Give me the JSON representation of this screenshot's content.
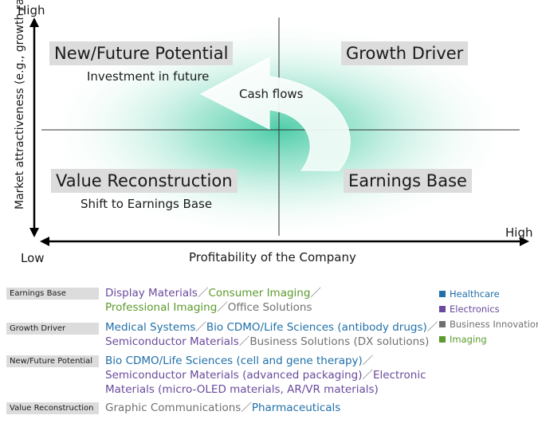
{
  "axis": {
    "y_high": "High",
    "y_label": "Market attractiveness (e.g., growth rate)",
    "x_high": "High",
    "x_low": "Low",
    "x_label": "Profitability of the Company"
  },
  "quadrants": {
    "top_left": {
      "title": "New/Future Potential",
      "subtitle": "Investment in future"
    },
    "top_right": {
      "title": "Growth Driver"
    },
    "bottom_left": {
      "title": "Value Reconstruction",
      "subtitle": "Shift to Earnings Base"
    },
    "bottom_right": {
      "title": "Earnings Base"
    }
  },
  "arrow_label": "Cash flows",
  "categories": [
    {
      "name": "Earnings Base",
      "lines": [
        [
          {
            "t": "Display Materials",
            "c": "electronics"
          },
          {
            "t": "／",
            "c": "business"
          },
          {
            "t": "Consumer Imaging",
            "c": "imaging"
          },
          {
            "t": "／",
            "c": "business"
          }
        ],
        [
          {
            "t": "Professional Imaging",
            "c": "imaging"
          },
          {
            "t": "／",
            "c": "business"
          },
          {
            "t": "Office Solutions",
            "c": "business"
          }
        ]
      ]
    },
    {
      "name": "Growth Driver",
      "lines": [
        [
          {
            "t": "Medical Systems",
            "c": "healthcare"
          },
          {
            "t": "／",
            "c": "business"
          },
          {
            "t": "Bio CDMO/Life Sciences (antibody drugs)",
            "c": "healthcare"
          },
          {
            "t": "／",
            "c": "business"
          }
        ],
        [
          {
            "t": "Semiconductor Materials",
            "c": "electronics"
          },
          {
            "t": "／",
            "c": "business"
          },
          {
            "t": "Business Solutions (DX solutions)",
            "c": "business"
          }
        ]
      ]
    },
    {
      "name": "New/Future Potential",
      "lines": [
        [
          {
            "t": "Bio CDMO/Life Sciences (cell and gene therapy)",
            "c": "healthcare"
          },
          {
            "t": "／",
            "c": "business"
          }
        ],
        [
          {
            "t": "Semiconductor Materials (advanced packaging)",
            "c": "electronics"
          },
          {
            "t": "／",
            "c": "business"
          },
          {
            "t": "Electronic",
            "c": "electronics"
          }
        ],
        [
          {
            "t": "Materials (micro-OLED materials, AR/VR materials)",
            "c": "electronics"
          }
        ]
      ]
    },
    {
      "name": "Value Reconstruction",
      "lines": [
        [
          {
            "t": "Graphic Communications",
            "c": "business"
          },
          {
            "t": "／",
            "c": "business"
          },
          {
            "t": "Pharmaceuticals",
            "c": "healthcare"
          }
        ]
      ]
    }
  ],
  "legend": [
    {
      "label": "Healthcare",
      "key": "healthcare",
      "color": "#1f6fa8"
    },
    {
      "label": "Electronics",
      "key": "electronics",
      "color": "#6a4a9c"
    },
    {
      "label": "Business Innovation",
      "key": "business",
      "color": "#707070"
    },
    {
      "label": "Imaging",
      "key": "imaging",
      "color": "#5b9a2c"
    }
  ]
}
